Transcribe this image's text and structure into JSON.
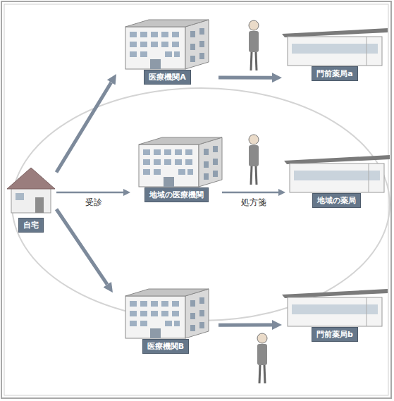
{
  "diagram": {
    "nodes": [
      {
        "text": [
          "自宅"
        ]
      },
      {
        "text": [
          "医療機関A"
        ]
      },
      {
        "text": [
          "門前薬局a"
        ]
      },
      {
        "text": [
          "地域の医療機関"
        ]
      },
      {
        "text": [
          "地域の薬局"
        ]
      },
      {
        "text": [
          "医療機関B"
        ]
      },
      {
        "text": [
          "門前薬局b"
        ]
      }
    ],
    "edges": [
      {
        "from": 0,
        "to": 1,
        "arrow": "to"
      },
      {
        "from": 0,
        "to": 3,
        "label": "受診",
        "arrow": "to"
      },
      {
        "from": 0,
        "to": 5,
        "arrow": "to"
      },
      {
        "from": 1,
        "to": 2,
        "arrow": "to"
      },
      {
        "from": 3,
        "to": 4,
        "label": "処方箋",
        "arrow": "to"
      },
      {
        "from": 5,
        "to": 6,
        "arrow": "to"
      }
    ]
  }
}
